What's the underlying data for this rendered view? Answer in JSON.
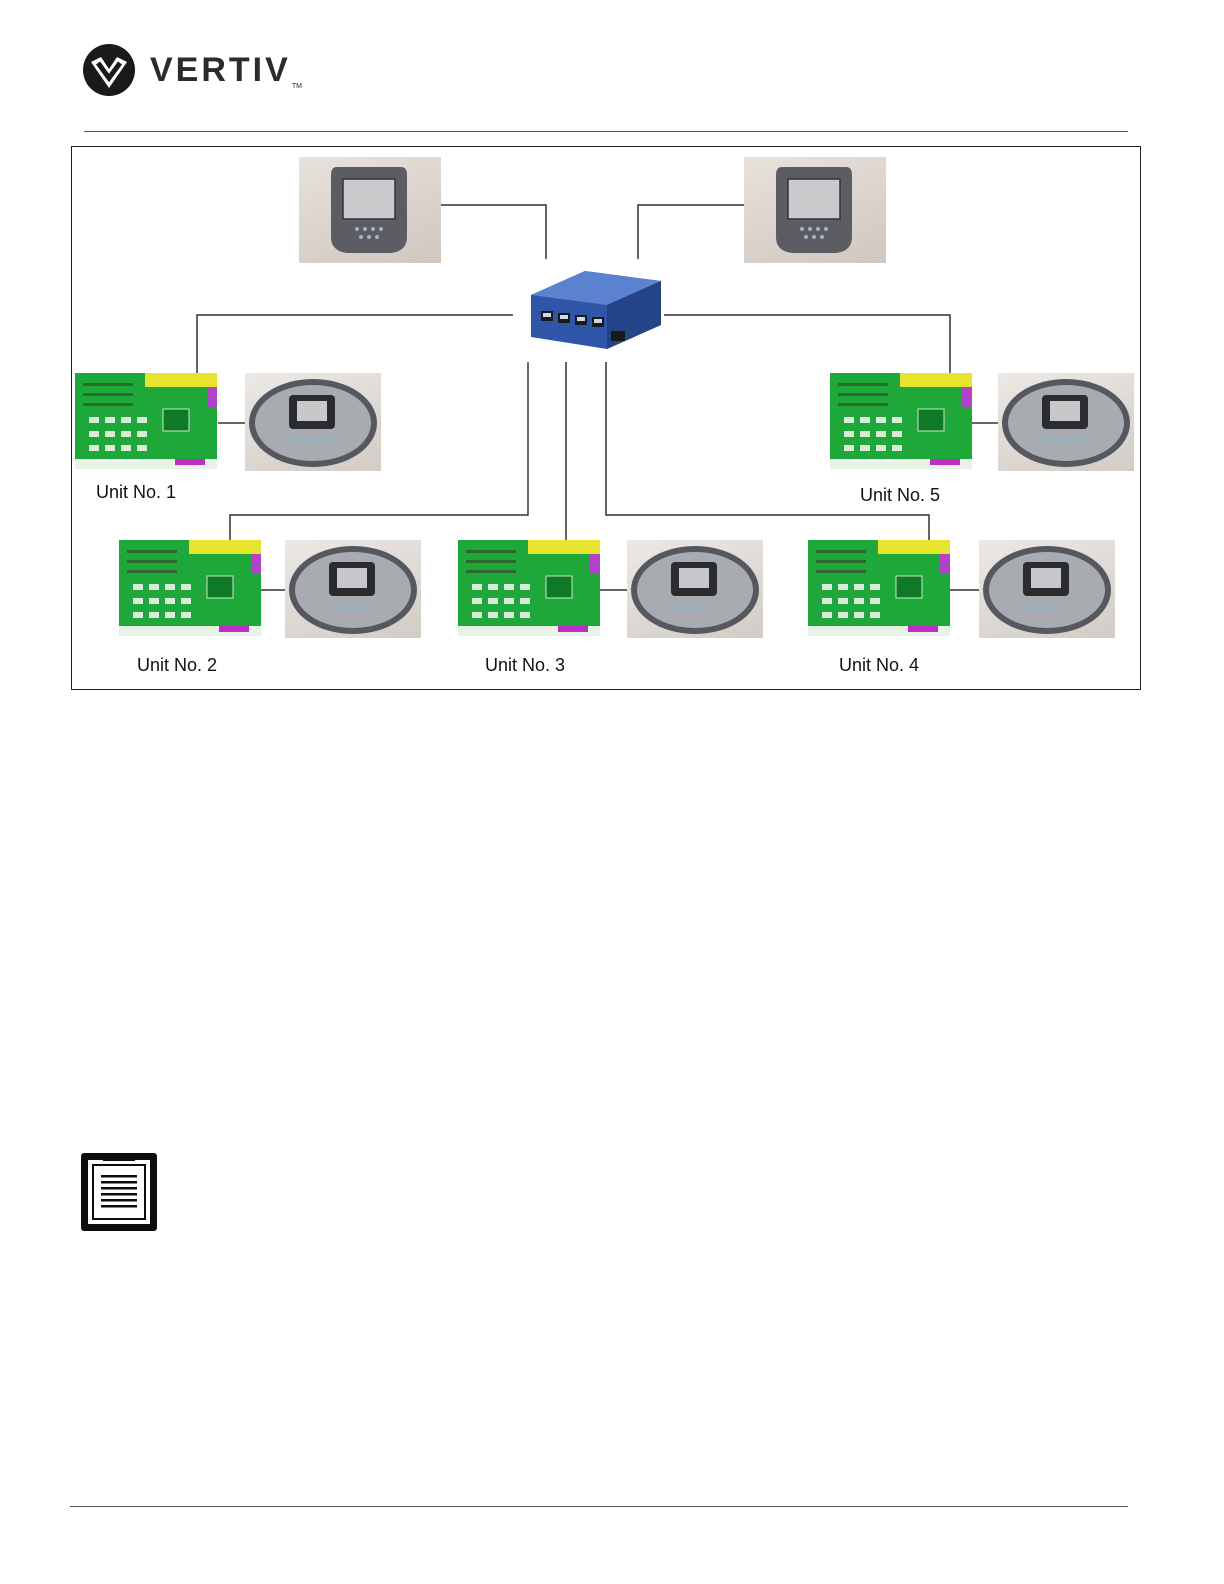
{
  "header": {
    "brand": "VERTIV",
    "trademark": "TM"
  },
  "diagram": {
    "units": [
      {
        "label": "Unit No. 1"
      },
      {
        "label": "Unit No. 2"
      },
      {
        "label": "Unit No. 3"
      },
      {
        "label": "Unit No. 4"
      },
      {
        "label": "Unit No. 5"
      }
    ],
    "icons": {
      "logo": "vertiv-logo-icon",
      "switch": "network-switch-icon",
      "display": "wall-display-icon",
      "board": "control-board-icon",
      "panel": "controller-panel-icon",
      "note": "note-clipboard-icon"
    },
    "colors": {
      "switch": "#3e66b8",
      "board": "#1fa83a",
      "wire": "#333333"
    }
  }
}
